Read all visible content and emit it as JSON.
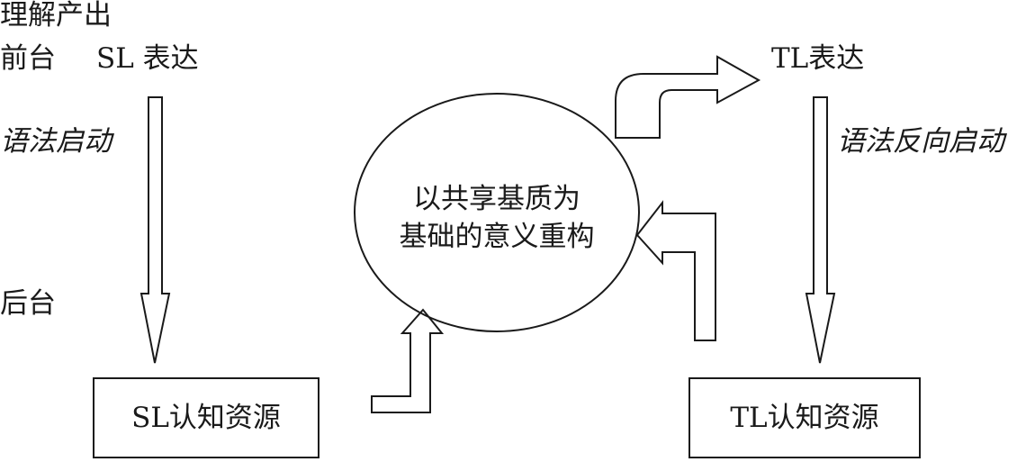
{
  "left_column": {
    "line1": "理解产出",
    "front": "前台",
    "sl_expression": "SL 表达",
    "grammar_start": "语法启动",
    "back": "后台"
  },
  "right_column": {
    "tl_expression": "TL表达",
    "grammar_reverse_start": "语法反向启动"
  },
  "center": {
    "line1": "以共享基质为",
    "line2": "基础的意义重构"
  },
  "boxes": {
    "sl_cognitive": "SL认知资源",
    "tl_cognitive": "TL认知资源"
  },
  "colors": {
    "stroke": "#1a1a1a",
    "background": "#ffffff"
  }
}
